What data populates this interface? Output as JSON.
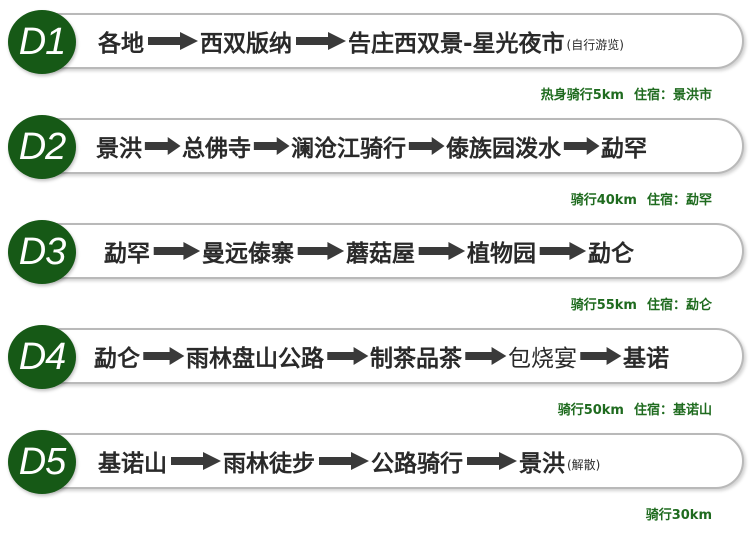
{
  "days": [
    {
      "label": "D1",
      "stops": [
        "各地",
        "西双版纳",
        "告庄西双景-星光夜市"
      ],
      "note": "(自行游览)",
      "activity": "热身骑行5km",
      "lodging": "住宿：景洪市"
    },
    {
      "label": "D2",
      "stops": [
        "景洪",
        "总佛寺",
        "澜沧江骑行",
        "傣族园泼水",
        "勐罕"
      ],
      "note": "",
      "activity": "骑行40km",
      "lodging": "住宿：勐罕"
    },
    {
      "label": "D3",
      "stops": [
        "勐罕",
        "曼远傣寨",
        "蘑菇屋",
        "植物园",
        "勐仑"
      ],
      "note": "",
      "activity": "骑行55km",
      "lodging": "住宿：勐仑"
    },
    {
      "label": "D4",
      "stops": [
        "勐仑",
        "雨林盘山公路",
        "制茶品茶",
        "包烧宴",
        "基诺"
      ],
      "note": "",
      "activity": "骑行50km",
      "lodging": "住宿：基诺山"
    },
    {
      "label": "D5",
      "stops": [
        "基诺山",
        "雨林徒步",
        "公路骑行",
        "景洪"
      ],
      "note": "(解散)",
      "activity": "骑行30km",
      "lodging": ""
    }
  ],
  "colors": {
    "badge": "#165916",
    "arrow": "#3a3a3a",
    "info_text": "#1f6b1f",
    "pill_border": "#b9b9b9"
  },
  "icons": {
    "connector": "right-arrow-icon"
  }
}
